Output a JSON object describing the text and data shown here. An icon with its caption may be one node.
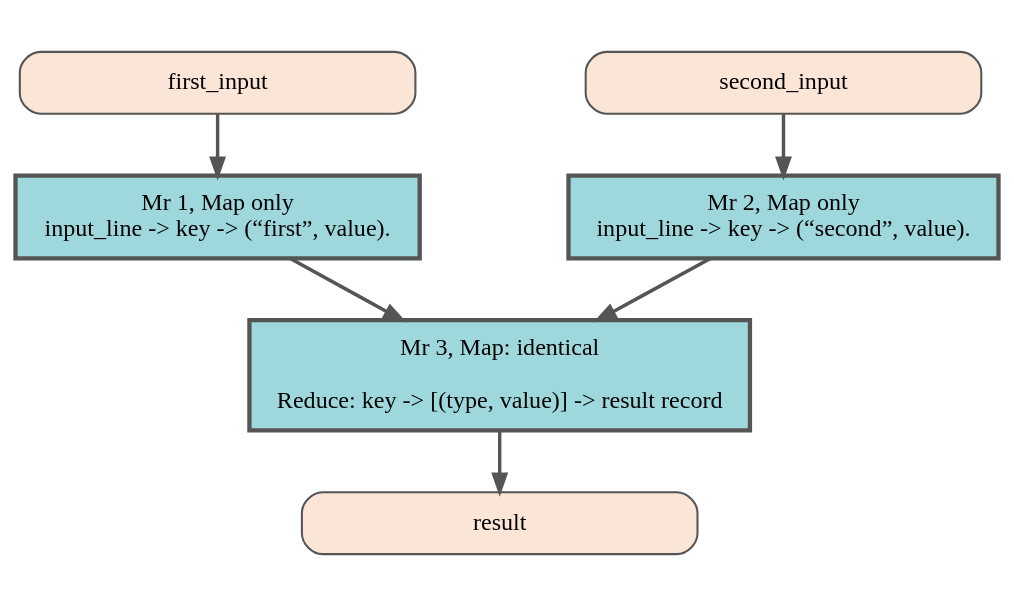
{
  "diagram": {
    "nodes": [
      {
        "text": [
          "first_input"
        ]
      },
      {
        "text": [
          "second_input"
        ]
      },
      {
        "text": [
          "Mr 1, Map only",
          "input_line -> key -> (“first”, value)."
        ]
      },
      {
        "text": [
          "Mr 2, Map only",
          "input_line -> key -> (“second”, value)."
        ]
      },
      {
        "text": [
          "Mr 3, Map: identical",
          "Reduce: key -> [(type, value)] -> result record"
        ]
      },
      {
        "text": [
          "result"
        ]
      }
    ],
    "edges": [
      {
        "from": 0,
        "to": 2,
        "arrow": "to"
      },
      {
        "from": 1,
        "to": 3,
        "arrow": "to"
      },
      {
        "from": 2,
        "to": 4,
        "arrow": "to"
      },
      {
        "from": 3,
        "to": 4,
        "arrow": "to"
      },
      {
        "from": 4,
        "to": 5,
        "arrow": "to"
      }
    ]
  }
}
